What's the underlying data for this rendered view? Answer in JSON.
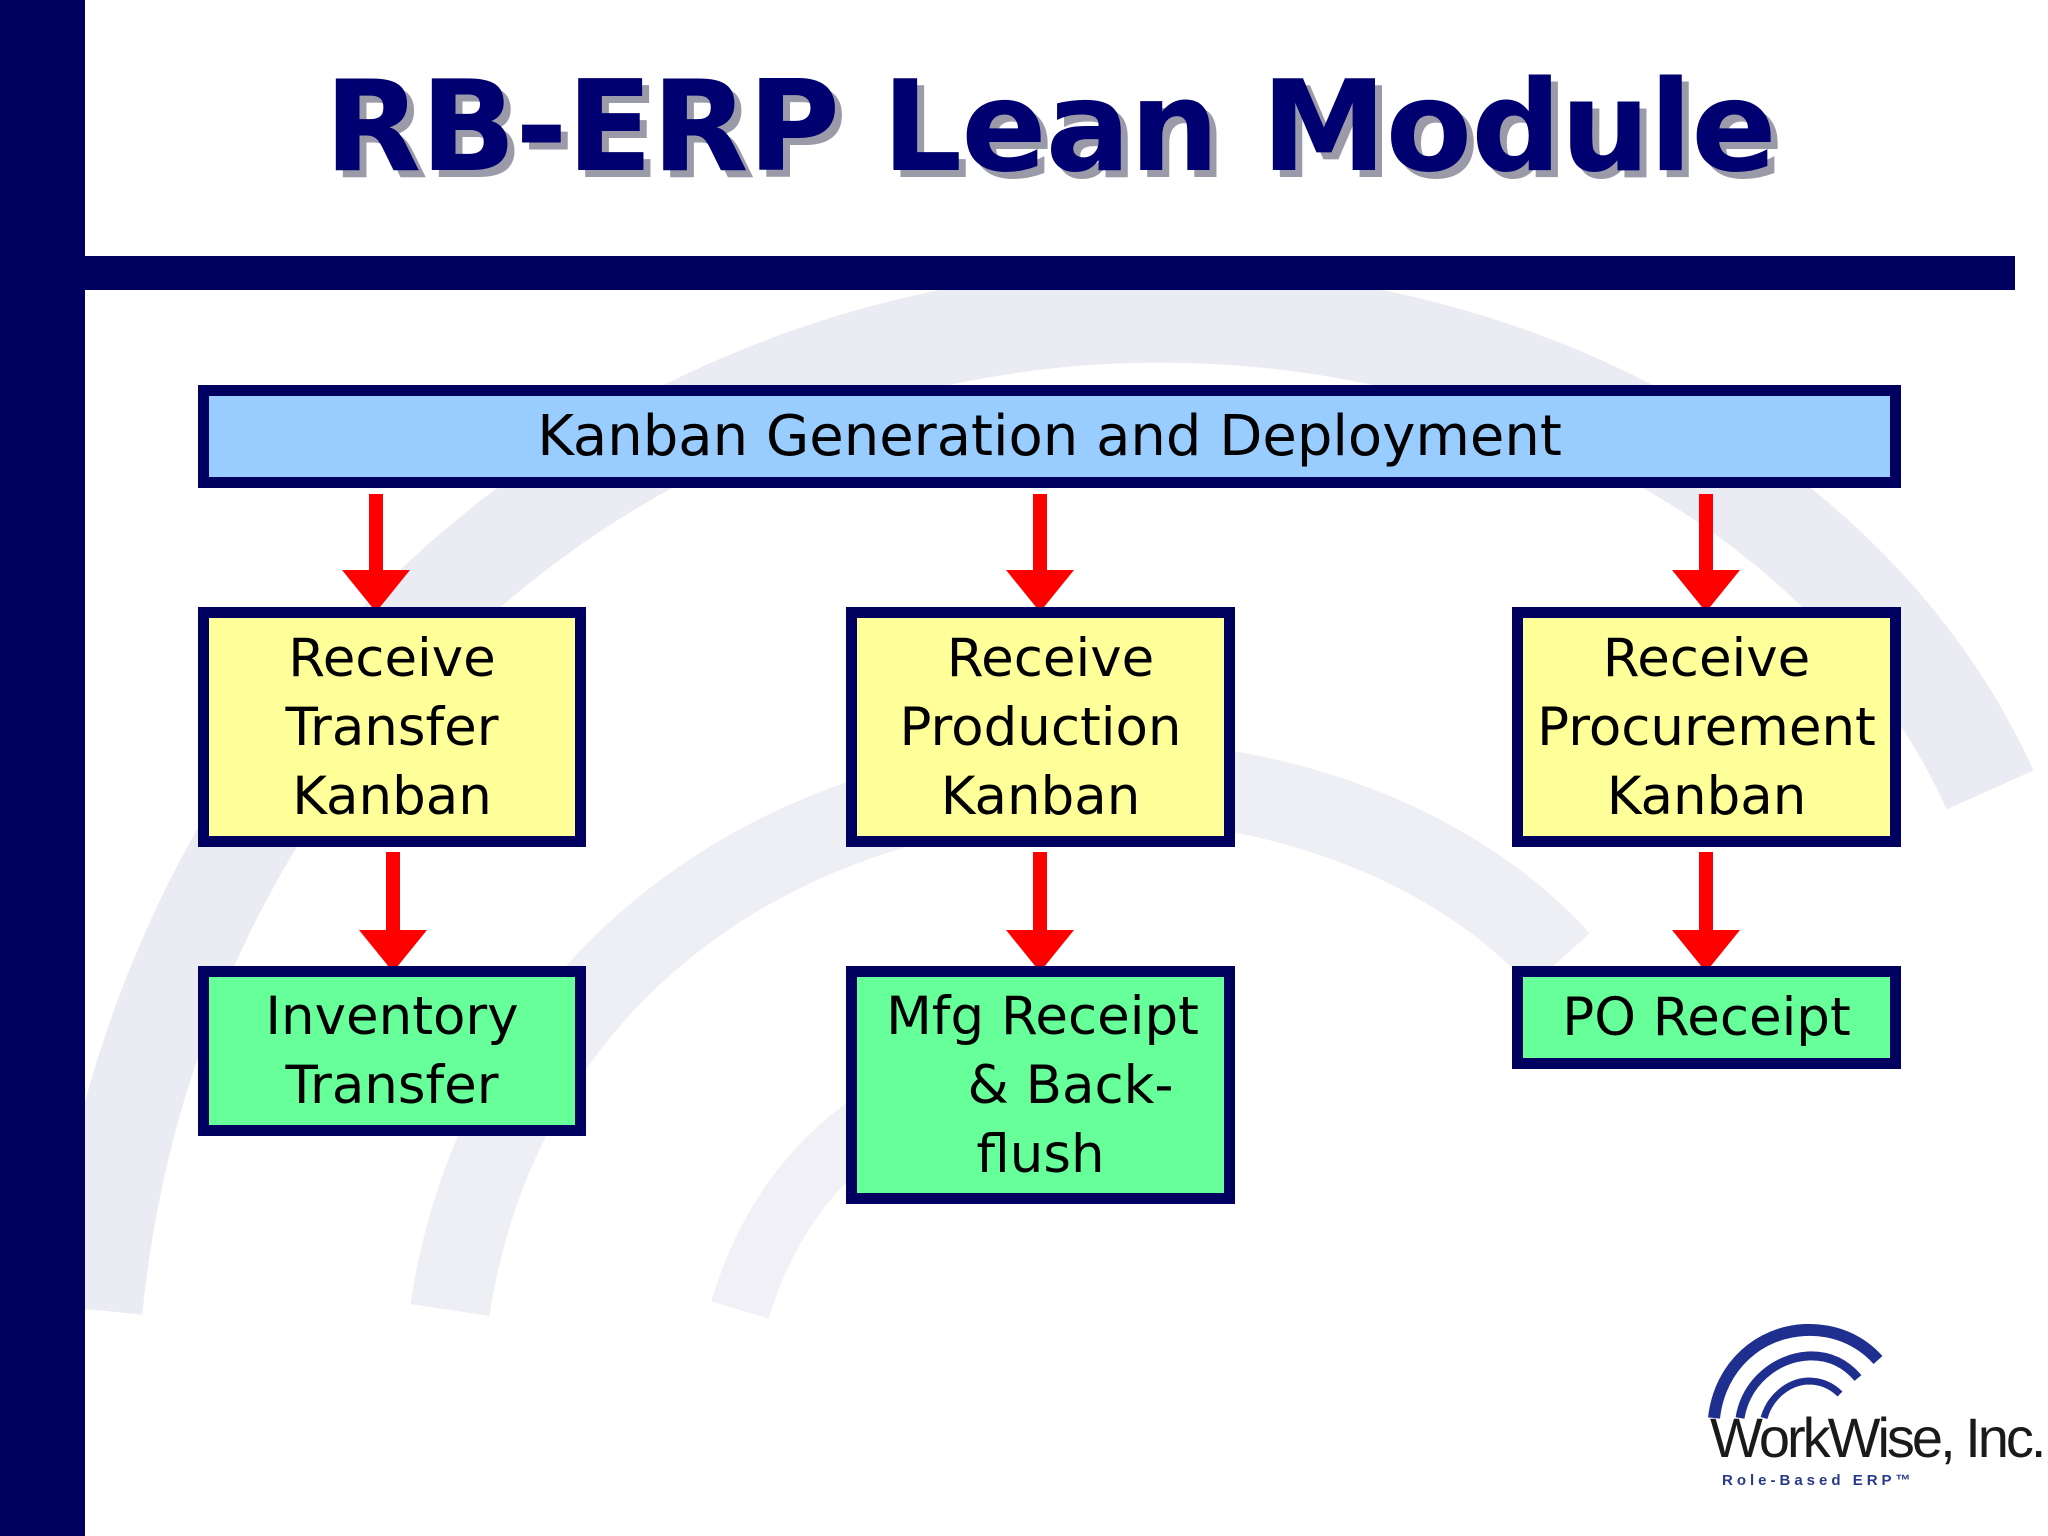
{
  "slide": {
    "title": "RB-ERP Lean Module"
  },
  "diagram": {
    "top": "Kanban Generation and Deployment",
    "columns": [
      {
        "kanban": [
          "Receive",
          "Transfer",
          "Kanban"
        ],
        "result": [
          "Inventory",
          "Transfer"
        ]
      },
      {
        "kanban": [
          "Receive",
          "Production",
          "Kanban"
        ],
        "result": [
          "Mfg Receipt",
          "& Back-",
          "flush"
        ]
      },
      {
        "kanban": [
          "Receive",
          "Procurement",
          "Kanban"
        ],
        "result": [
          "PO Receipt"
        ]
      }
    ]
  },
  "logo": {
    "name": "WorkWise, Inc.",
    "tagline": "Role-Based ERP™"
  },
  "colors": {
    "navy": "#000060",
    "top_box": "#99ccff",
    "kanban_box": "#ffff99",
    "result_box": "#66ff99",
    "arrow": "#ff0000"
  }
}
